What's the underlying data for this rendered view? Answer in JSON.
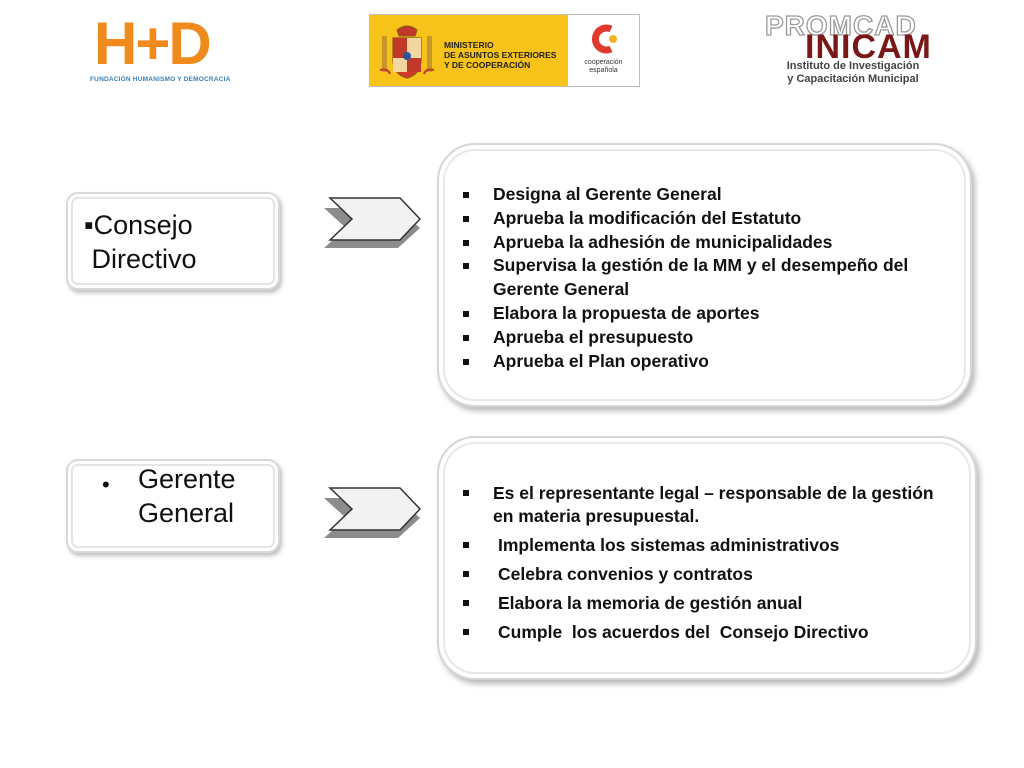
{
  "header": {
    "logo_hd": {
      "letters": "H+D",
      "tagline": "FUNDACIÓN HUMANISMO Y DEMOCRACIA",
      "color": "#f08a1c",
      "accent": "#3a7fb5"
    },
    "logo_ministerio": {
      "lines": [
        "MINISTERIO",
        "DE ASUNTOS EXTERIORES",
        "Y DE COOPERACIÓN"
      ],
      "coop_lines": [
        "cooperación",
        "española"
      ],
      "yellow": "#f7c31a",
      "coop_red": "#e03a2c"
    },
    "logo_inicam": {
      "promcad": "PROMCAD",
      "name": "INICAM",
      "subtitle_lines": [
        "Instituto de Investigación",
        "y Capacitación Municipal"
      ],
      "color": "#7a1717"
    }
  },
  "sections": {
    "consejo": {
      "label_lines": [
        "▪Consejo",
        " Directivo"
      ],
      "items": [
        "Designa al Gerente General",
        "Aprueba la modificación del Estatuto",
        "Aprueba la adhesión de municipalidades",
        "Supervisa la gestión de la MM y el desempeño del Gerente General",
        "Elabora la propuesta de aportes",
        "Aprueba el presupuesto",
        "Aprueba el Plan operativo"
      ]
    },
    "gerente": {
      "bullet": "•",
      "label_lines": [
        "Gerente",
        "General"
      ],
      "items": [
        "Es el representante legal – responsable de la gestión en materia presupuestal.",
        "Implementa los sistemas administrativos",
        "Celebra convenios y contratos",
        "Elabora la memoria de gestión anual",
        "Cumple  los acuerdos del  Consejo Directivo"
      ]
    }
  }
}
